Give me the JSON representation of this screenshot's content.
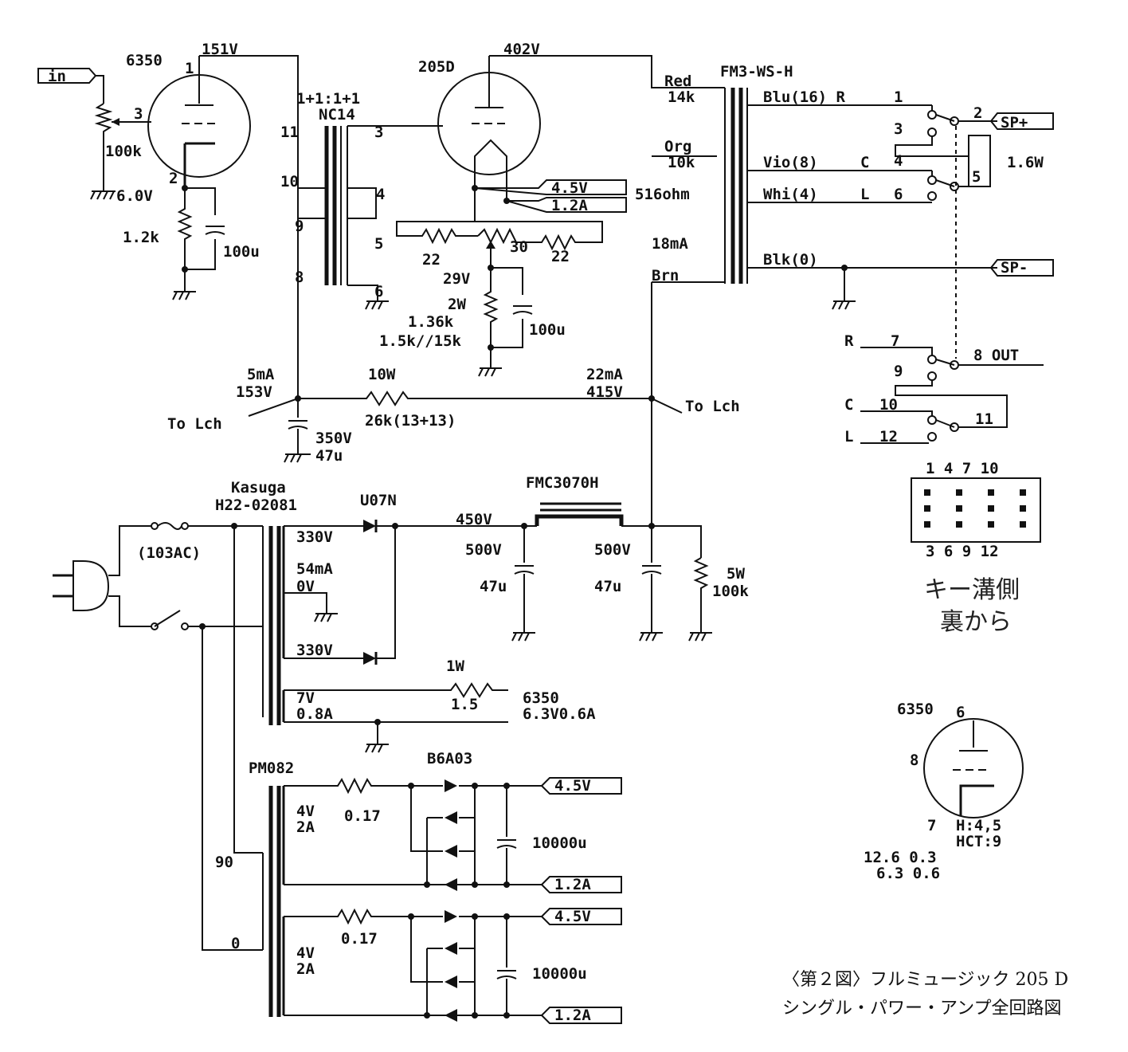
{
  "labels": {
    "in": "in",
    "tube1": "6350",
    "tube1_v": "151V",
    "pin1": "1",
    "pin2": "2",
    "pin3": "3",
    "pot": "100k",
    "cath_v": "6.0V",
    "rk": "1.2k",
    "ck": "100u",
    "ratio": "1+1:1+1",
    "nc14": "NC14",
    "t11": "11",
    "t10": "10",
    "t9": "9",
    "t8": "8",
    "t3": "3",
    "t4": "4",
    "t5": "5",
    "t6": "6",
    "tube2": "205D",
    "tube2_v": "402V",
    "fil_v": "4.5V",
    "fil_a": "1.2A",
    "ohm516": "516ohm",
    "r22a": "22",
    "r30": "30",
    "r22b": "22",
    "v29": "29V",
    "w2": "2W",
    "r136": "1.36k",
    "r15": "1.5k//15k",
    "c100b": "100u",
    "fm3": "FM3-WS-H",
    "red": "Red",
    "k14": "14k",
    "org": "Org",
    "k10": "10k",
    "ma18": "18mA",
    "brn": "Brn",
    "blu": "Blu(16) R",
    "vio": "Vio(8)",
    "whi": "Whi(4)",
    "blk": "Blk(0)",
    "sw_c": "C",
    "sw_l": "L",
    "n1": "1",
    "n2": "2",
    "n3": "3",
    "n4": "4",
    "n5": "5",
    "n6": "6",
    "sp_plus": "SP+",
    "sp_minus": "SP-",
    "w16": "1.6W",
    "r_lab": "R",
    "n7": "7",
    "n8out": "8  OUT",
    "n9": "9",
    "c_lab": "C",
    "n10": "10",
    "n11": "11",
    "l_lab": "L",
    "n12": "12",
    "ma5": "5mA",
    "v153": "153V",
    "w10": "10W",
    "r26k": "26k(13+13)",
    "ma22": "22mA",
    "v415": "415V",
    "to_lch1": "To Lch",
    "to_lch2": "To Lch",
    "v350": "350V",
    "u47a": "47u",
    "kasuga": "Kasuga",
    "h22": "H22-02081",
    "ac103": "(103AC)",
    "u07n": "U07N",
    "v330a": "330V",
    "ma54": "54mA",
    "v0": "0V",
    "v330b": "330V",
    "v450": "450V",
    "fmc": "FMC3070H",
    "v500a": "500V",
    "u47b": "47u",
    "v500b": "500V",
    "u47c": "47u",
    "w5": "5W",
    "k100": "100k",
    "v7": "7V",
    "a08": "0.8A",
    "w1": "1W",
    "r15b": "1.5",
    "h6350": "6350",
    "h63": "6.3V0.6A",
    "pm082": "PM082",
    "b6a03": "B6A03",
    "v4a": "4V",
    "a2a": "2A",
    "r017a": "0.17",
    "c10000a": "10000u",
    "o45a": "4.5V",
    "o12a": "1.2A",
    "n90": "90",
    "n0": "0",
    "v4b": "4V",
    "a2b": "2A",
    "r017b": "0.17",
    "c10000b": "10000u",
    "o45b": "4.5V",
    "o12b": "1.2A",
    "pins_top": "1  4  7  10",
    "pins_bot": "3  6  9  12",
    "key1": "キー溝側",
    "key2": "裏から",
    "t6350": "6350",
    "p6": "6",
    "p8": "8",
    "p7": "7",
    "h45": "H:4,5",
    "hct": "HCT:9",
    "v126": "12.6 0.3",
    "v63": "6.3 0.6",
    "cap1": "〈第２図〉フルミュージック 205 D",
    "cap2": "シングル・パワー・アンプ全回路図"
  }
}
